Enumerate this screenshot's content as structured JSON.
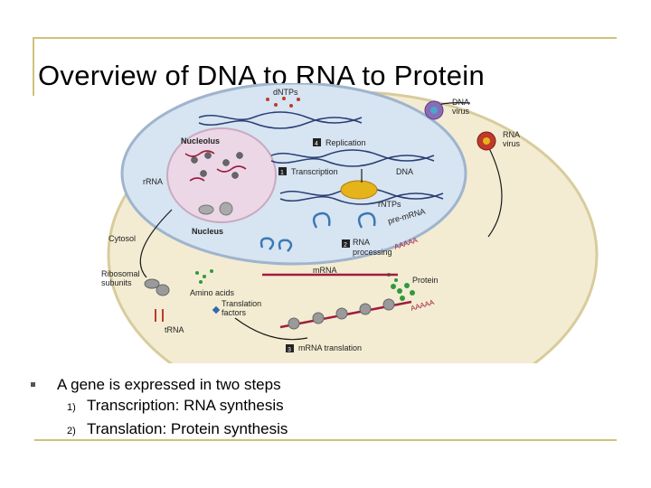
{
  "slide": {
    "title": "Overview of DNA to RNA to Protein",
    "bullet": "A gene is expressed in two steps",
    "steps": [
      {
        "num": "1)",
        "text": "Transcription: RNA synthesis"
      },
      {
        "num": "2)",
        "text": "Translation: Protein synthesis"
      }
    ]
  },
  "diagram": {
    "labels": {
      "dntps": "dNTPs",
      "nucleolus": "Nucleolus",
      "replication": "Replication",
      "step4": "4",
      "transcription": "Transcription",
      "step1": "1",
      "dna": "DNA",
      "rrna": "rRNA",
      "rntps": "rNTPs",
      "premrna": "pre-mRNA",
      "nucleus": "Nucleus",
      "cytosol": "Cytosol",
      "rna": "RNA",
      "processing": "processing",
      "step2": "2",
      "aaaaa1": "AAAAA",
      "mrna": "mRNA",
      "ribosomal": "Ribosomal",
      "subunits": "subunits",
      "aminoacids": "Amino acids",
      "protein": "Protein",
      "translation": "Translation",
      "factors": "factors",
      "aaaaa2": "AAAAA",
      "trna": "tRNA",
      "step3": "3",
      "mrnatranslation": "mRNA translation",
      "dnavirus1": "DNA",
      "dnavirus2": "virus",
      "rnavirus1": "RNA",
      "rnavirus2": "virus"
    }
  }
}
